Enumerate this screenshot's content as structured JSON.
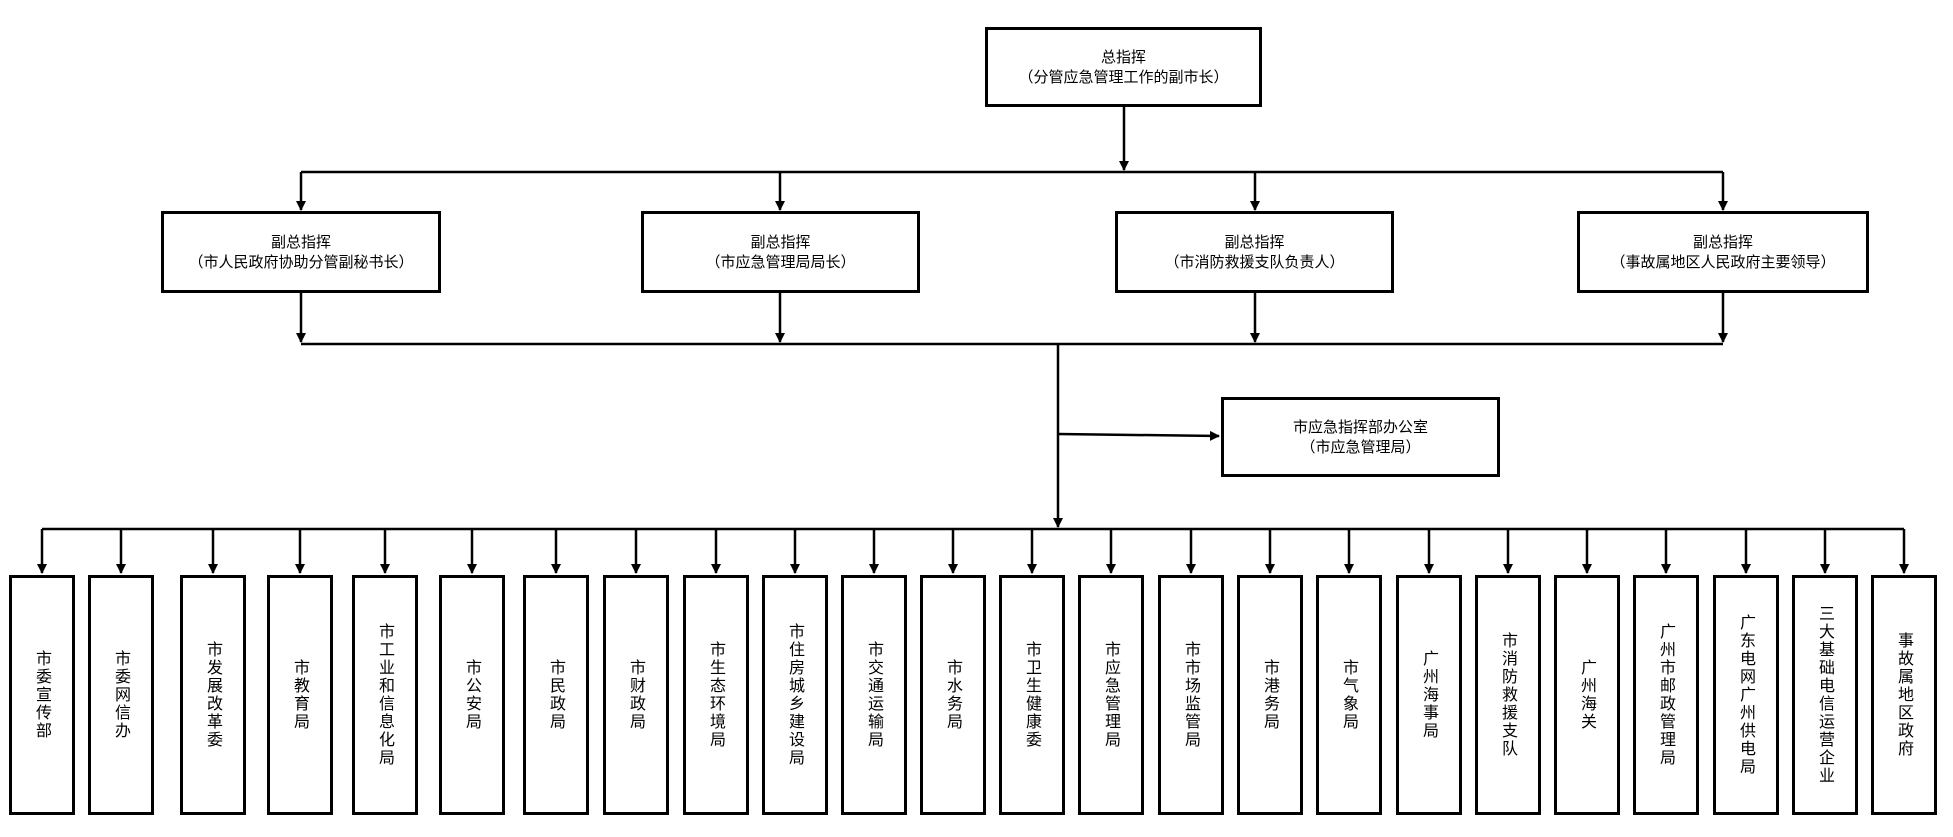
{
  "commander": {
    "title": "总指挥",
    "subtitle": "（分管应急管理工作的副市长）"
  },
  "deputies": [
    {
      "title": "副总指挥",
      "subtitle": "（市人民政府协助分管副秘书长）"
    },
    {
      "title": "副总指挥",
      "subtitle": "（市应急管理局局长）"
    },
    {
      "title": "副总指挥",
      "subtitle": "（市消防救援支队负责人）"
    },
    {
      "title": "副总指挥",
      "subtitle": "（事故属地区人民政府主要领导）"
    }
  ],
  "office": {
    "title": "市应急指挥部办公室",
    "subtitle": "（市应急管理局）"
  },
  "units": [
    "市委宣传部",
    "市委网信办",
    "市发展改革委",
    "市教育局",
    "市工业和信息化局",
    "市公安局",
    "市民政局",
    "市财政局",
    "市生态环境局",
    "市住房城乡建设局",
    "市交通运输局",
    "市水务局",
    "市卫生健康委",
    "市应急管理局",
    "市市场监管局",
    "市港务局",
    "市气象局",
    "广州海事局",
    "市消防救援支队",
    "广州海关",
    "广州市邮政管理局",
    "广东电网广州供电局",
    "三大基础电信运营企业",
    "事故属地区政府"
  ]
}
